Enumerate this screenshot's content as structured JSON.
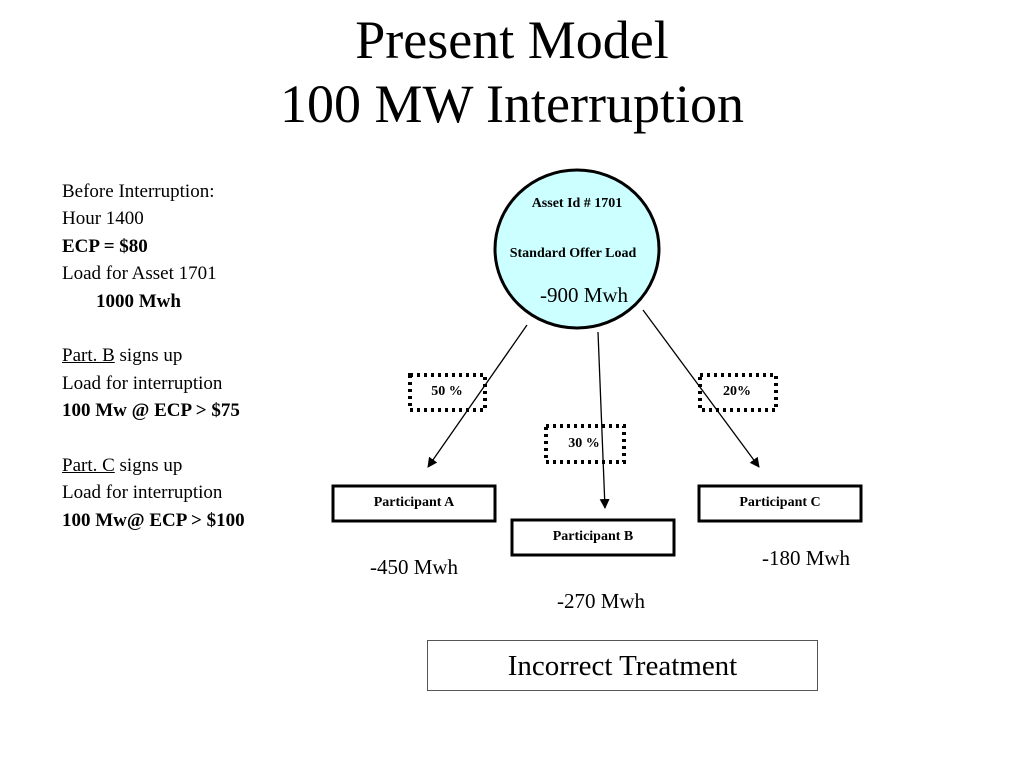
{
  "title": {
    "line1": "Present Model",
    "line2": "100 MW Interruption"
  },
  "notes": {
    "before": "Before Interruption:",
    "hour": "Hour 1400",
    "ecp": "ECP = $80",
    "load_asset": "Load for Asset 1701",
    "load_value": "1000 Mwh",
    "part_b_label": "Part. B",
    "part_b_rest": " signs up",
    "part_b_load": "Load for interruption",
    "part_b_cond": "100 Mw  @ ECP > $75",
    "part_c_label": "Part. C",
    "part_c_rest": " signs up",
    "part_c_load": "Load for interruption",
    "part_c_cond": "100 Mw@ ECP > $100"
  },
  "asset": {
    "id": "Asset Id # 1701",
    "type": "Standard Offer Load",
    "mwh": "-900 Mwh",
    "fill_color": "#ccffff"
  },
  "shares": {
    "a": "50 %",
    "b": "30 %",
    "c": "20%"
  },
  "participants": {
    "a": {
      "label": "Participant A",
      "mwh": "-450 Mwh"
    },
    "b": {
      "label": "Participant B",
      "mwh": "-270 Mwh"
    },
    "c": {
      "label": "Participant C",
      "mwh": "-180 Mwh"
    }
  },
  "footer": "Incorrect Treatment"
}
